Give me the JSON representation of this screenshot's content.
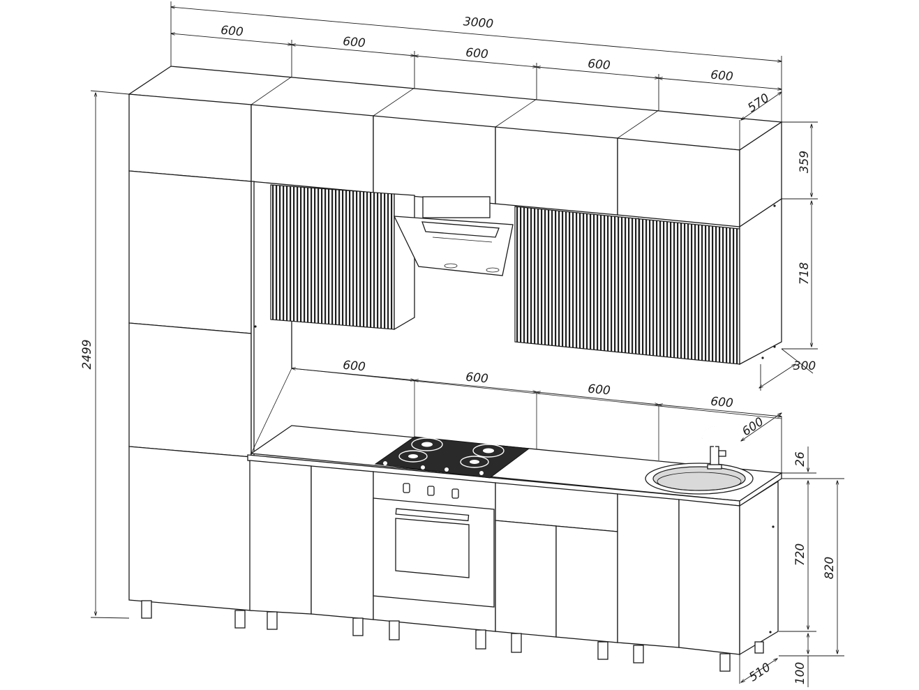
{
  "drawing": {
    "dimensions": {
      "total_width": "3000",
      "module_widths_top": [
        "600",
        "600",
        "600",
        "600",
        "600"
      ],
      "module_widths_bottom": [
        "600",
        "600",
        "600",
        "600"
      ],
      "upper_depth": "570",
      "mezzanine_height": "359",
      "wall_cabinet_height": "718",
      "wall_cabinet_depth": "300",
      "counter_depth": "600",
      "countertop_thickness": "26",
      "base_height": "720",
      "base_total_height": "820",
      "base_depth": "510",
      "plinth_height": "100",
      "total_height": "2499"
    }
  }
}
